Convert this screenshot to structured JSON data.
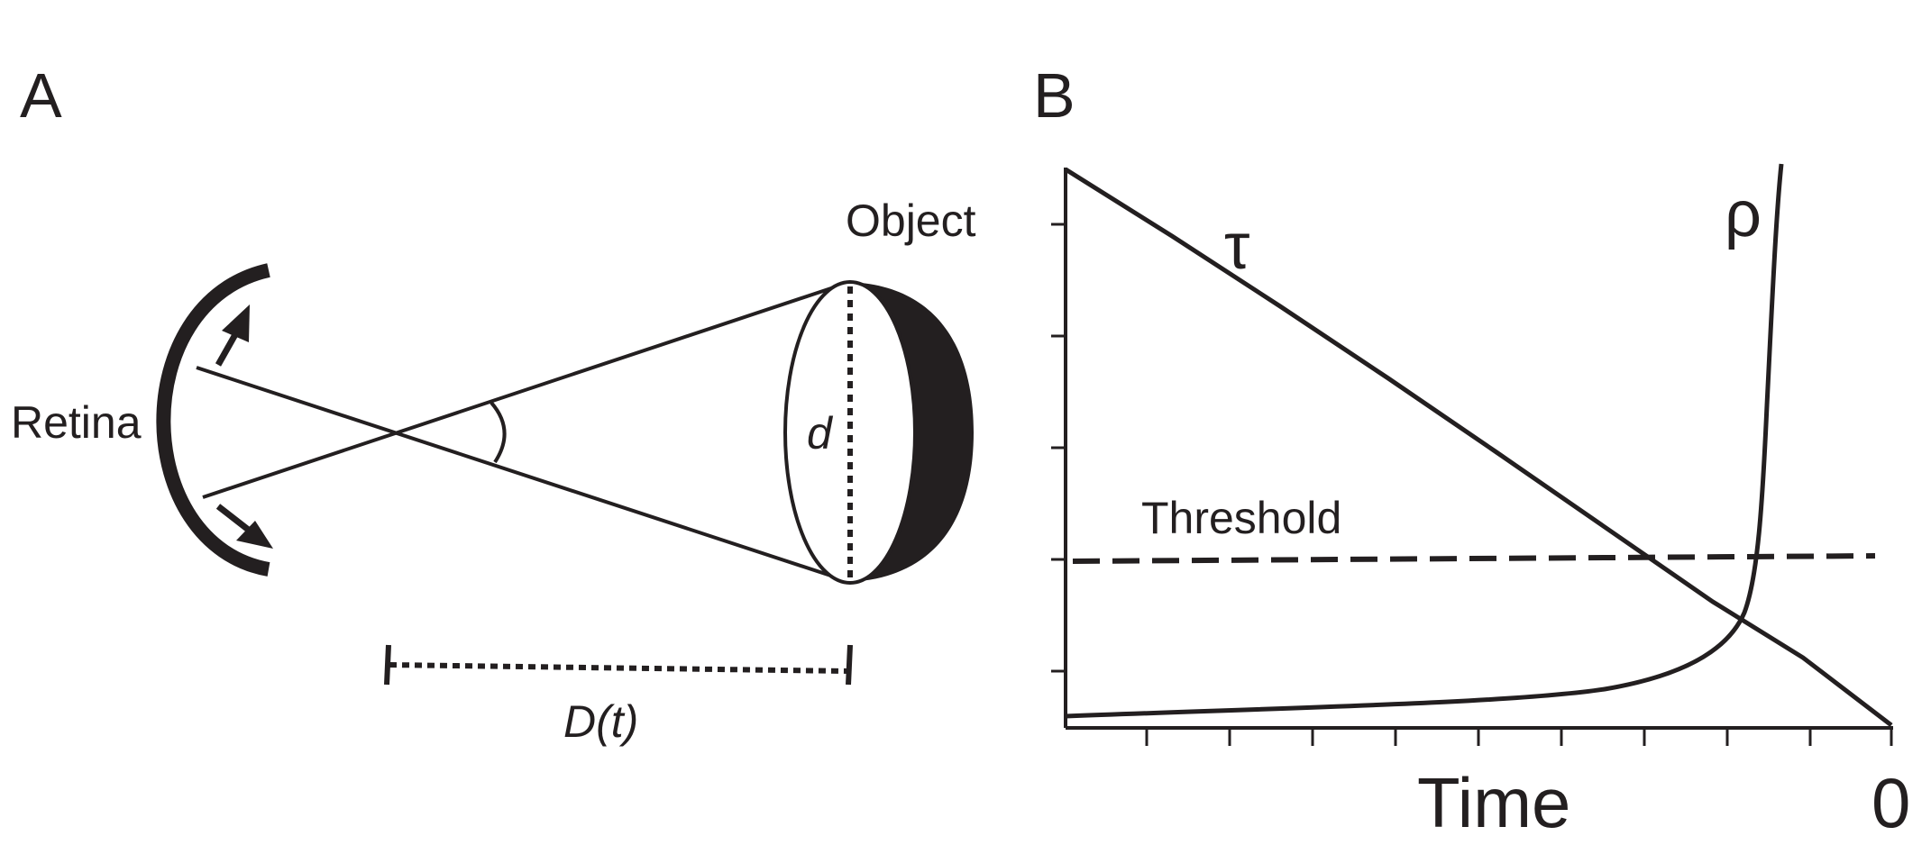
{
  "panel_a": {
    "label": "A",
    "object_label": "Object",
    "retina_label": "Retina",
    "size_label": "d",
    "distance_label": "D(t)"
  },
  "panel_b": {
    "label": "B",
    "tau_label": "τ",
    "rho_label": "ρ",
    "threshold_label": "Threshold",
    "x_axis_label": "Time",
    "x_end_label": "0"
  },
  "colors": {
    "ink": "#231f20",
    "background": "#ffffff"
  }
}
